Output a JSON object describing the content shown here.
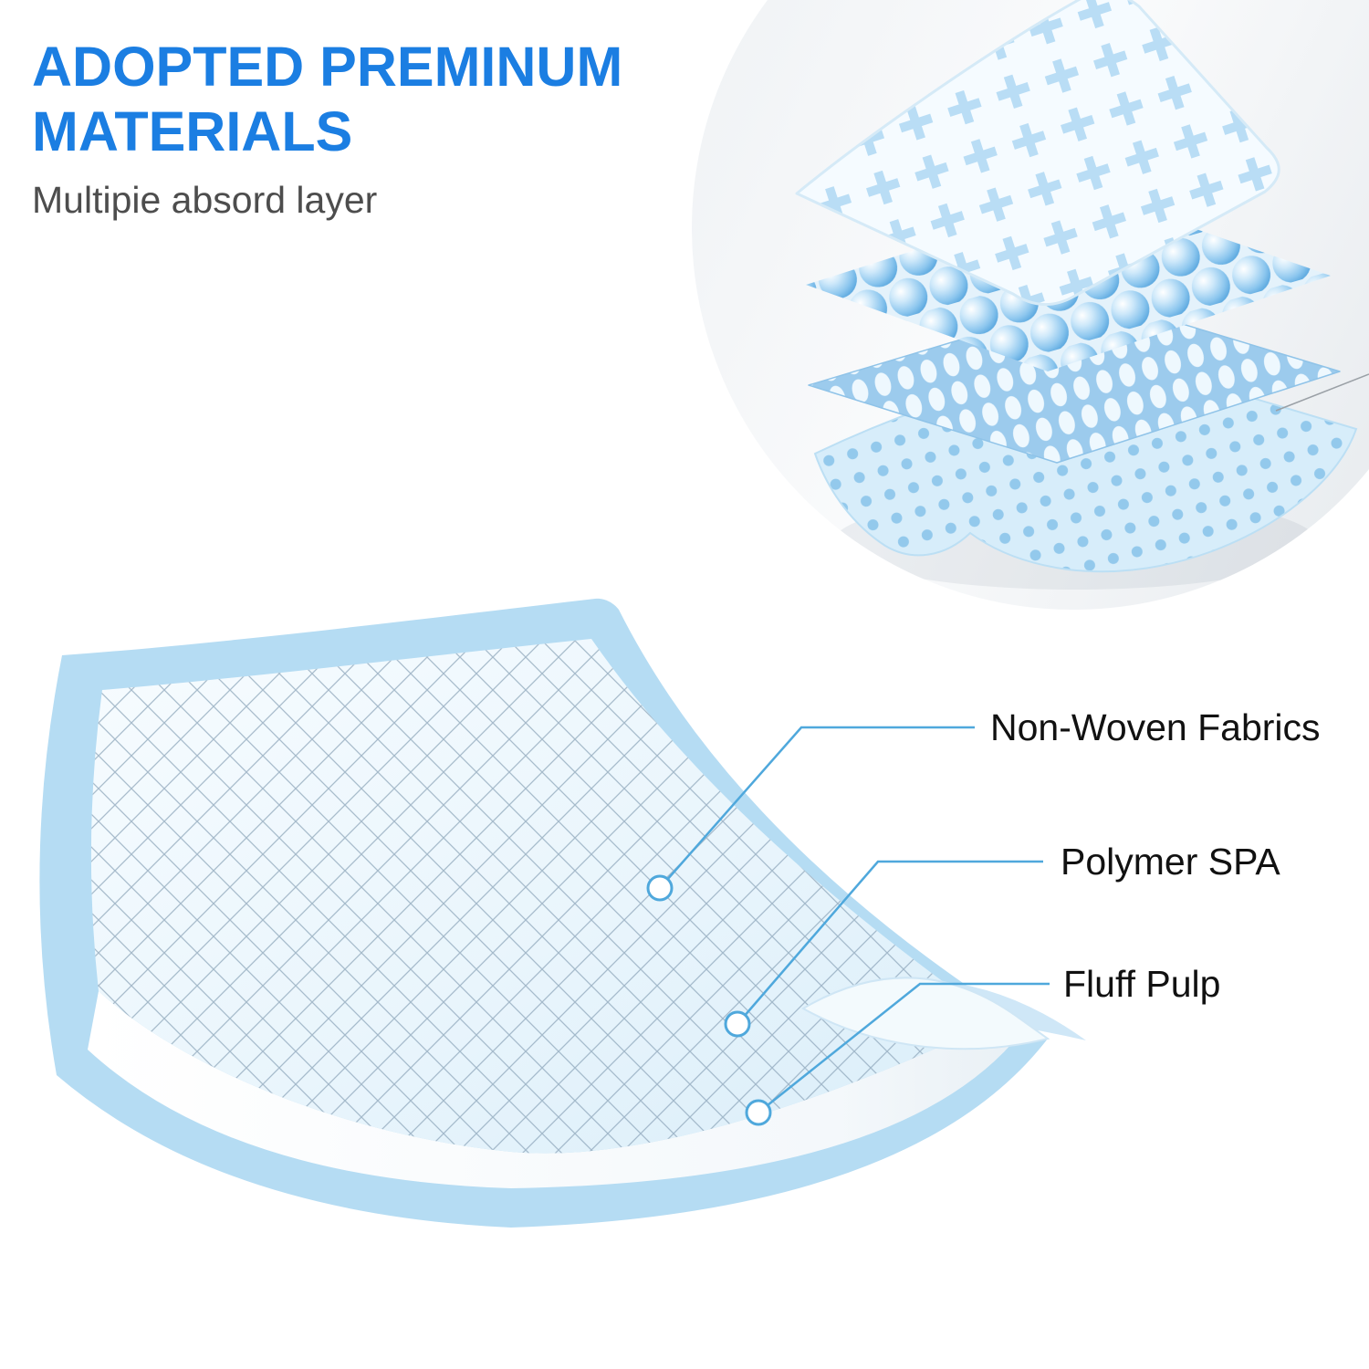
{
  "header": {
    "title_line1": "ADOPTED PREMINUM",
    "title_line2": "MATERIALS",
    "subtitle": "Multipie absord layer"
  },
  "callouts": {
    "items": [
      {
        "label": "Non-Woven Fabrics"
      },
      {
        "label": "Polymer SPA"
      },
      {
        "label": "Fluff Pulp"
      }
    ]
  },
  "colors": {
    "accent_blue": "#1b7ee2",
    "subtitle_gray": "#4d4d4d",
    "label_black": "#111111",
    "leader_line_blue": "#4fa8dc",
    "pad_border_blue": "#b5dcf3",
    "mesh_line_blue_gray": "#8fa6ba",
    "layer_light_blue": "#cfe9f8"
  },
  "illustrations": {
    "hero": "exploded-pad-layers-photo",
    "main": "curled-underpad-with-mesh"
  }
}
